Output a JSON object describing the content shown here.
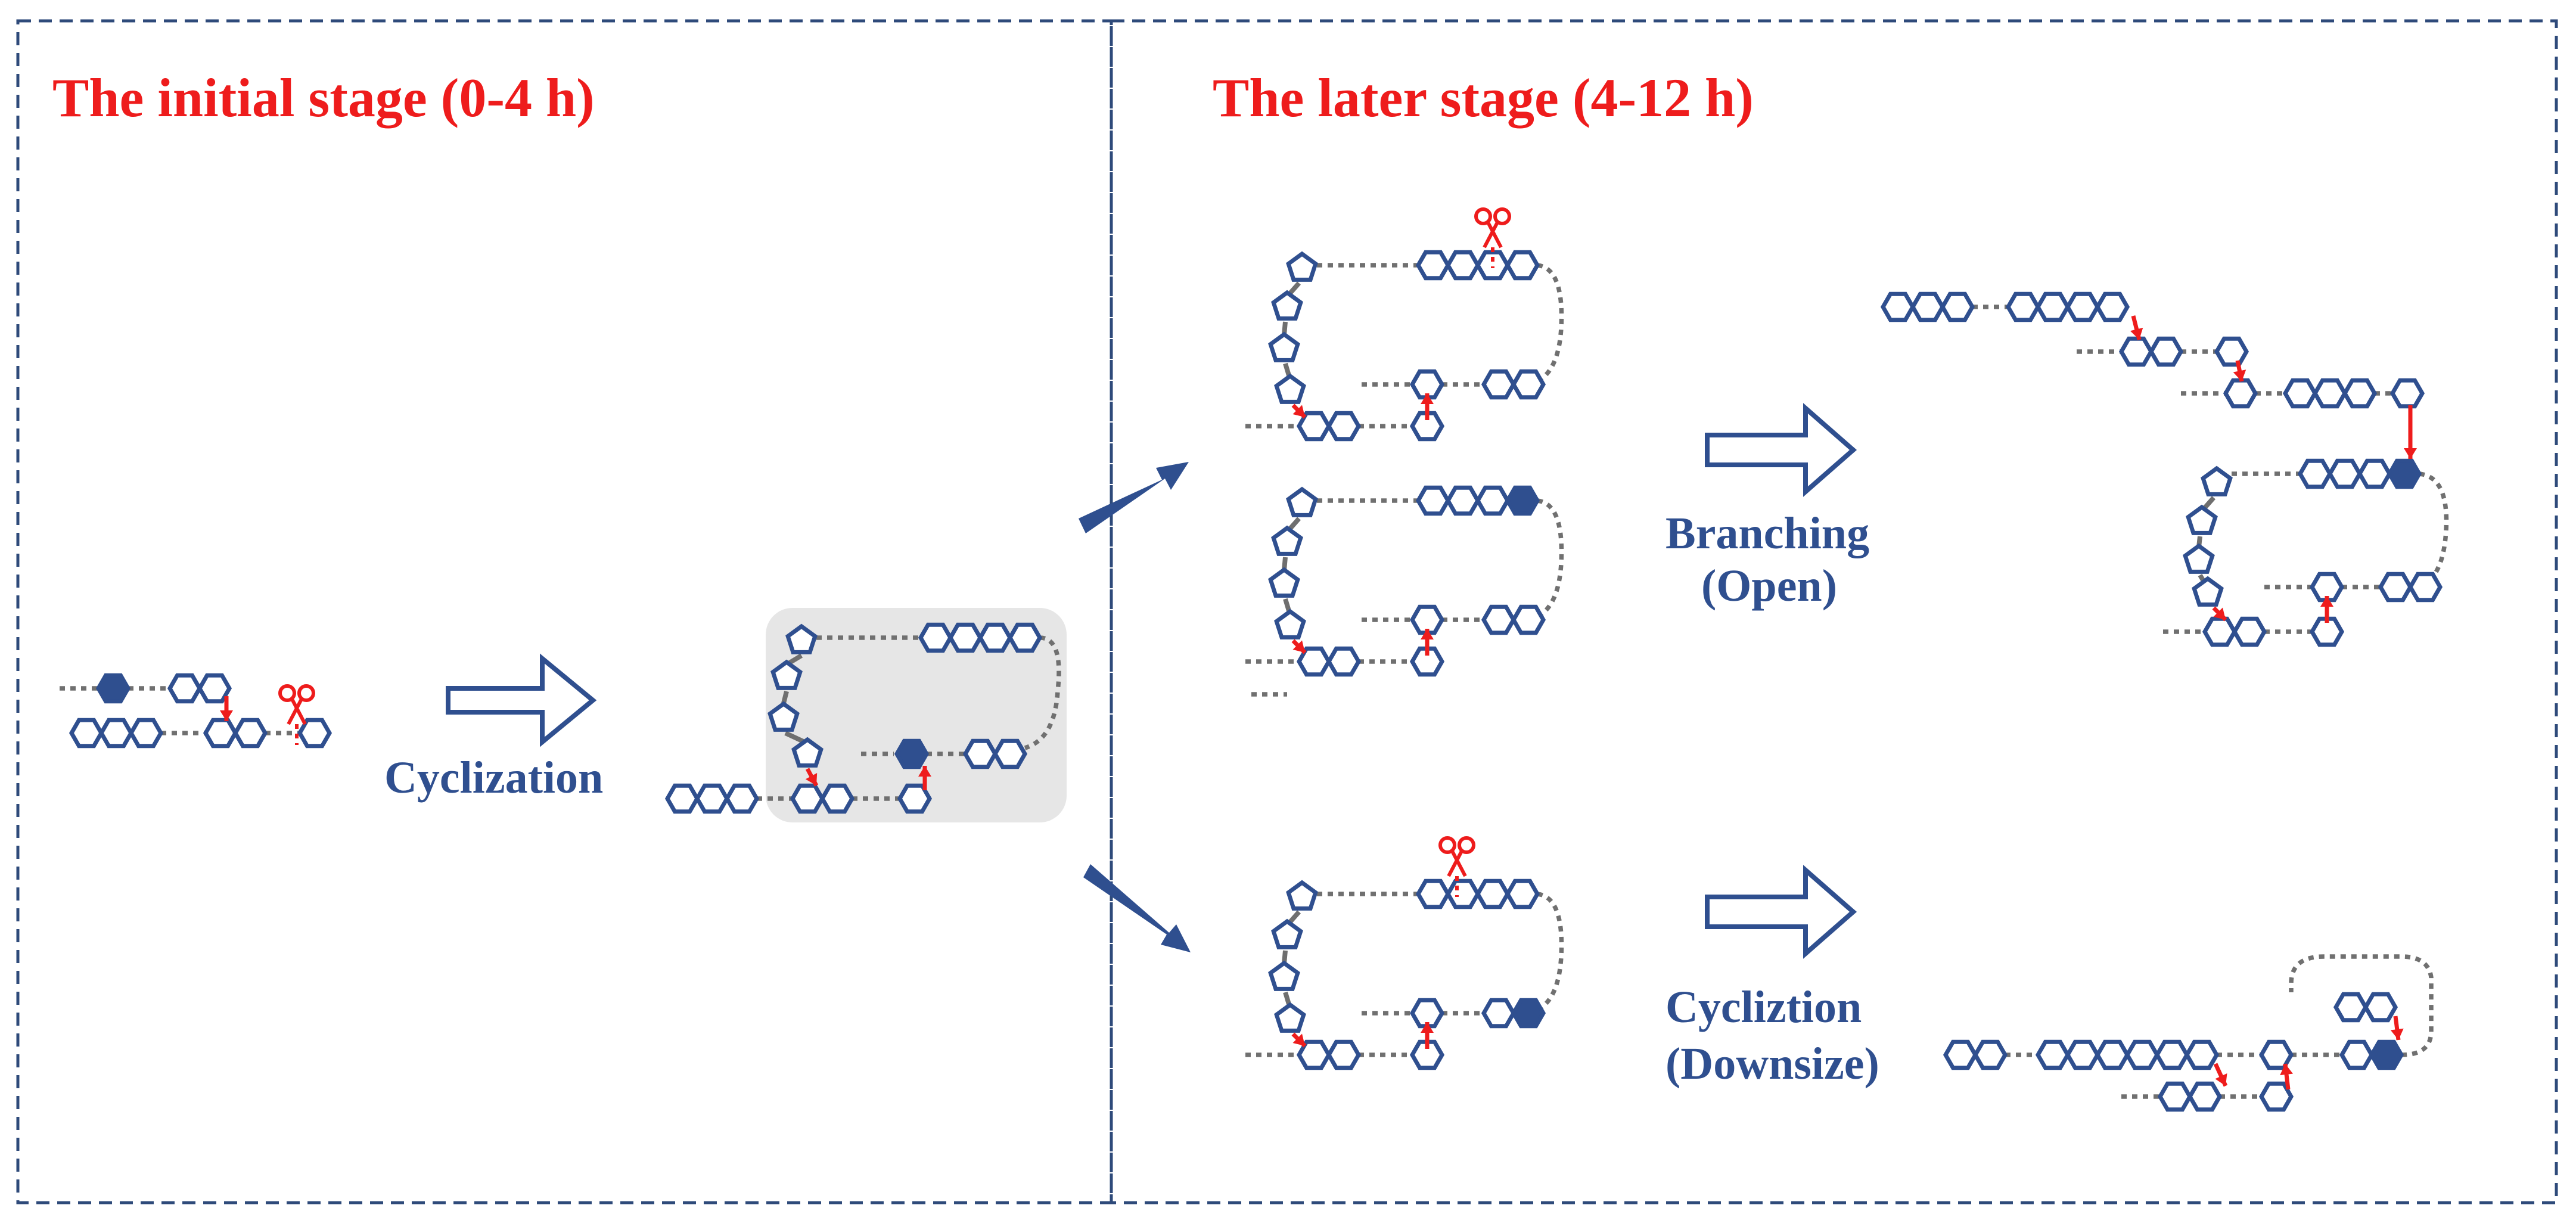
{
  "panels": {
    "initial": {
      "title": "The initial stage (0-4 h)"
    },
    "later": {
      "title": "The later stage (4-12 h)"
    }
  },
  "steps": {
    "cyclization": "Cyclization",
    "branching": {
      "line1": "Branching",
      "line2": "(Open)"
    },
    "downsize": {
      "line1": "Cycliztion",
      "line2": "(Downsize)"
    }
  },
  "colors": {
    "title_red": "#ee1c1c",
    "ring_blue": "#2f4f8f",
    "linker_gray": "#707070",
    "highlight_gray": "#e6e6e6",
    "frame_blue": "#2e4a7a"
  },
  "icons": [
    "hexagon-ring-icon",
    "filled-hexagon-icon",
    "scissors-icon",
    "red-arrow-icon",
    "hollow-arrow-icon"
  ]
}
